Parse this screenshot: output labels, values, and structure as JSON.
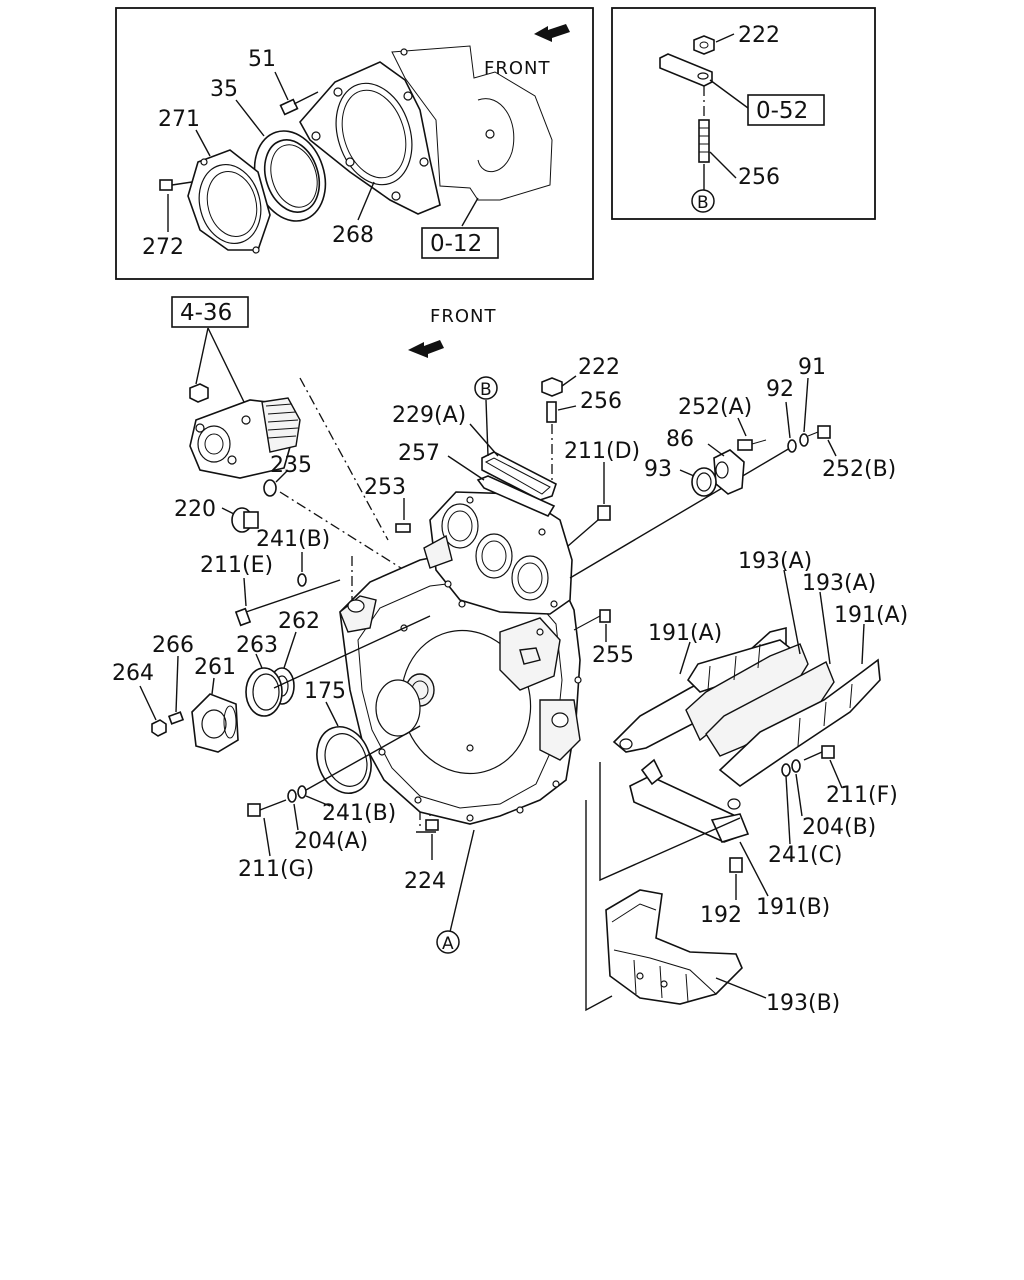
{
  "diagram": {
    "inset_left": {
      "front_label": "FRONT",
      "ref_box": "0-12",
      "labels": {
        "p51": "51",
        "p35": "35",
        "p271": "271",
        "p272": "272",
        "p268": "268"
      }
    },
    "inset_right": {
      "ref_box": "0-52",
      "circle": "B",
      "labels": {
        "p222": "222",
        "p256": "256"
      }
    },
    "main": {
      "front_label": "FRONT",
      "ref_box": "4-36",
      "circle_a": "A",
      "circle_b": "B",
      "labels": {
        "p235": "235",
        "p220": "220",
        "p229a": "229(A)",
        "p257": "257",
        "p222": "222",
        "p256": "256",
        "p253": "253",
        "p211d": "211(D)",
        "p252a": "252(A)",
        "p86": "86",
        "p93": "93",
        "p92": "92",
        "p91": "91",
        "p252b": "252(B)",
        "p241b_top": "241(B)",
        "p211e": "211(E)",
        "p262": "262",
        "p266": "266",
        "p263": "263",
        "p264": "264",
        "p261": "261",
        "p175": "175",
        "p255": "255",
        "p193a_1": "193(A)",
        "p193a_2": "193(A)",
        "p191a_1": "191(A)",
        "p191a_2": "191(A)",
        "p241b_bot": "241(B)",
        "p204a": "204(A)",
        "p211g": "211(G)",
        "p224": "224",
        "p211f": "211(F)",
        "p204b": "204(B)",
        "p241c": "241(C)",
        "p192": "192",
        "p191b": "191(B)",
        "p193b": "193(B)"
      }
    }
  }
}
